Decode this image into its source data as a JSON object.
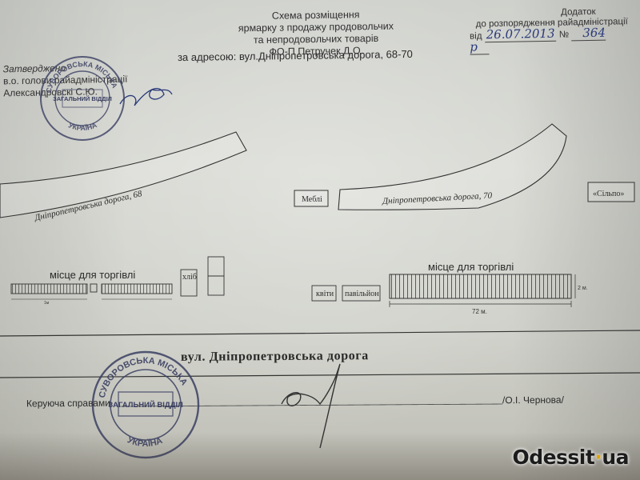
{
  "header": {
    "title_lines": [
      "Схема розміщення",
      "ярмарку з продажу продовольчих",
      "та непродовольчих товарів",
      "ФО-П Петручек Д.О."
    ],
    "address": "за адресою: вул.Дніпропетровська дорога, 68-70"
  },
  "addendum": {
    "title": "Додаток",
    "order_line": "до розпорядження райадміністрації",
    "date_prefix": "від",
    "date_handwritten": "26.07.2013",
    "number_prefix": "№",
    "number_handwritten": "364 р"
  },
  "approval": {
    "line1": "Затверджено",
    "line2": "в.о. голови райадміністрації",
    "line3": "Александровскі С.Ю."
  },
  "map": {
    "road_68_label": "Дніпропетровська   дорога, 68",
    "road_70_label": "Дніпропетровська   дорога, 70",
    "mebli_label": "Меблі",
    "silpo_label": "«Сільпо»",
    "trade_left_label": "місце для торгівлі",
    "trade_right_label": "місце для торгівлі",
    "khlib_label": "хліб",
    "kvity_label": "квіти",
    "pavilion_label": "павільйон",
    "length_label": "72 м.",
    "width_label": "2 м.",
    "left_small_label": "1м"
  },
  "street": "вул.  Дніпропетровська дорога",
  "signatures": {
    "manager_label": "Керуюча справами",
    "signer_name": "/О.І. Чернова/"
  },
  "stamps": {
    "text_top": "СУВОРОВСЬКА МІСЬКА",
    "text_bottom": "УКРАЇНА",
    "center": "ЗАГАЛЬНИЙ ВІДДІЛ"
  },
  "watermark": {
    "name": "Odessit",
    "dot": "·",
    "tld": "ua"
  },
  "colors": {
    "paper": "#d4d5cf",
    "ink": "#2a2a2a",
    "stamp": "#3a3f62",
    "pen": "#2a3a7a",
    "watermark_dot": "#e0a400"
  }
}
